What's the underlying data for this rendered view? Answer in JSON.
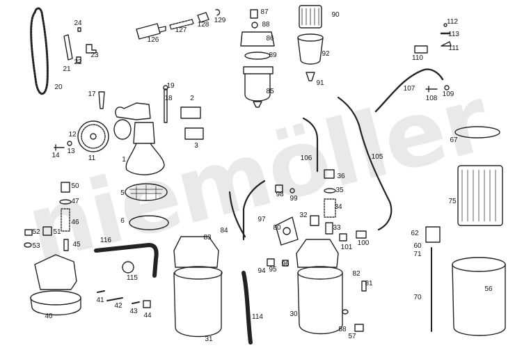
{
  "watermark": "niemöller",
  "callouts": [
    "1",
    "2",
    "3",
    "6",
    "5",
    "11",
    "12",
    "13",
    "14",
    "17",
    "18",
    "19",
    "20",
    "21",
    "22",
    "23",
    "24",
    "30",
    "31",
    "32",
    "33",
    "34",
    "35",
    "36",
    "40",
    "41",
    "42",
    "43",
    "44",
    "45",
    "46",
    "47",
    "50",
    "51",
    "52",
    "53",
    "56",
    "57",
    "58",
    "60",
    "62",
    "67",
    "70",
    "71",
    "75",
    "80",
    "81",
    "82",
    "83",
    "84",
    "85",
    "86",
    "87",
    "88",
    "89",
    "90",
    "91",
    "92",
    "94",
    "95",
    "96",
    "97",
    "98",
    "99",
    "100",
    "101",
    "105",
    "106",
    "107",
    "108",
    "109",
    "110",
    "111",
    "112",
    "113",
    "114",
    "115",
    "116",
    "126",
    "127",
    "128",
    "129"
  ]
}
